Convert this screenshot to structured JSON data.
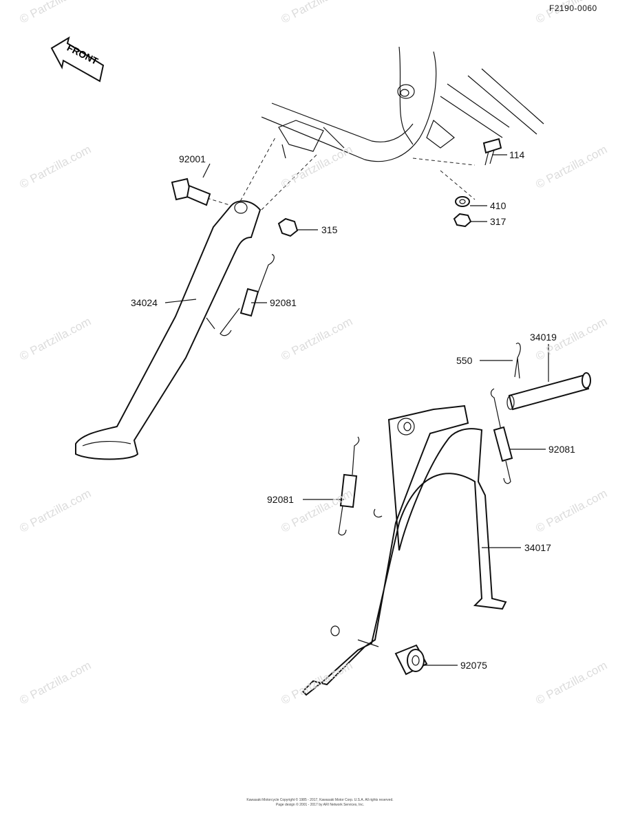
{
  "diagram_code": "F2190-0060",
  "front_arrow_label": "FRONT",
  "watermark_text": "© Partzilla.com",
  "parts": [
    {
      "number": "114"
    },
    {
      "number": "92001"
    },
    {
      "number": "410"
    },
    {
      "number": "317"
    },
    {
      "number": "315"
    },
    {
      "number": "34024"
    },
    {
      "number": "92081"
    },
    {
      "number": "34019"
    },
    {
      "number": "550"
    },
    {
      "number": "92081"
    },
    {
      "number": "92081"
    },
    {
      "number": "34017"
    },
    {
      "number": "92075"
    }
  ],
  "footer": {
    "line1": "Kawasaki Motorcycle Copyright © 1985 - 2017, Kawasaki Motor Corp. U.S.A. All rights reserved.",
    "line2": "Page design © 2001 - 2017 by ARI Network Services, Inc."
  },
  "colors": {
    "ink": "#111111",
    "watermark": "#dcdcdc",
    "background": "#ffffff"
  }
}
